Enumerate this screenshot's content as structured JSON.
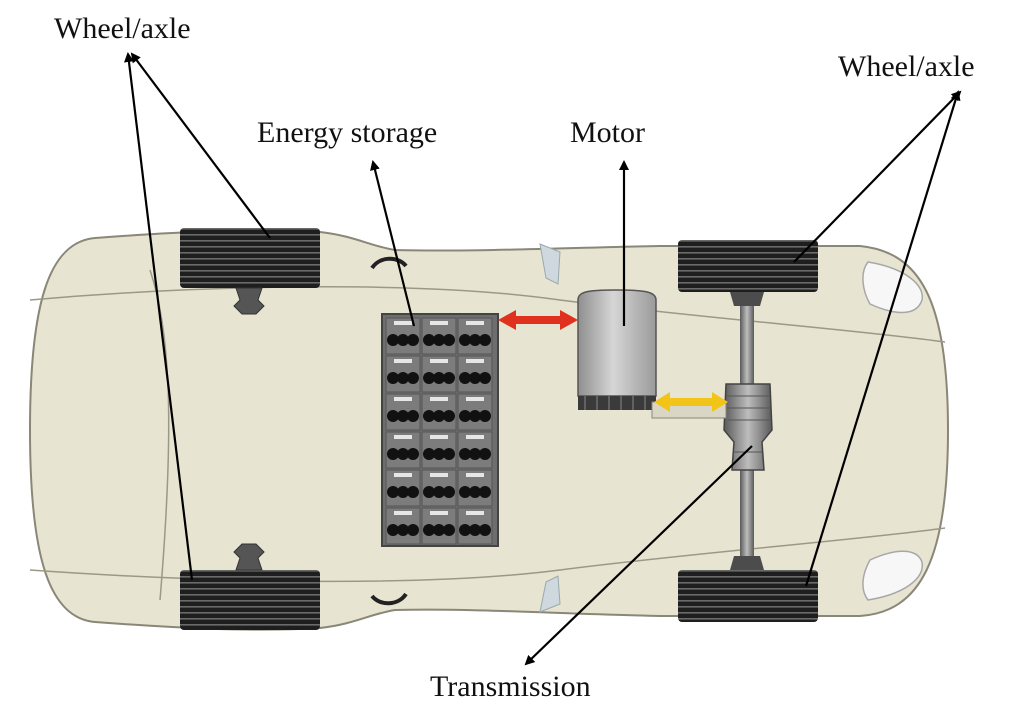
{
  "labels": {
    "wheel_axle_left": "Wheel/axle",
    "wheel_axle_right": "Wheel/axle",
    "energy_storage": "Energy storage",
    "motor": "Motor",
    "transmission": "Transmission"
  },
  "colors": {
    "body": "#e8e4d2",
    "body_outline": "#8a8778",
    "tire": "#1e1e1e",
    "battery_frame": "#6e6e6e",
    "battery_cell": "#111111",
    "motor": "#b9b9b9",
    "energy_flow_arrow": "#e0301e",
    "mechanical_flow_arrow": "#f2c418",
    "pointer": "#000000"
  },
  "icons": {
    "energy_flow": "double-arrow-red",
    "mechanical_flow": "double-arrow-yellow"
  }
}
